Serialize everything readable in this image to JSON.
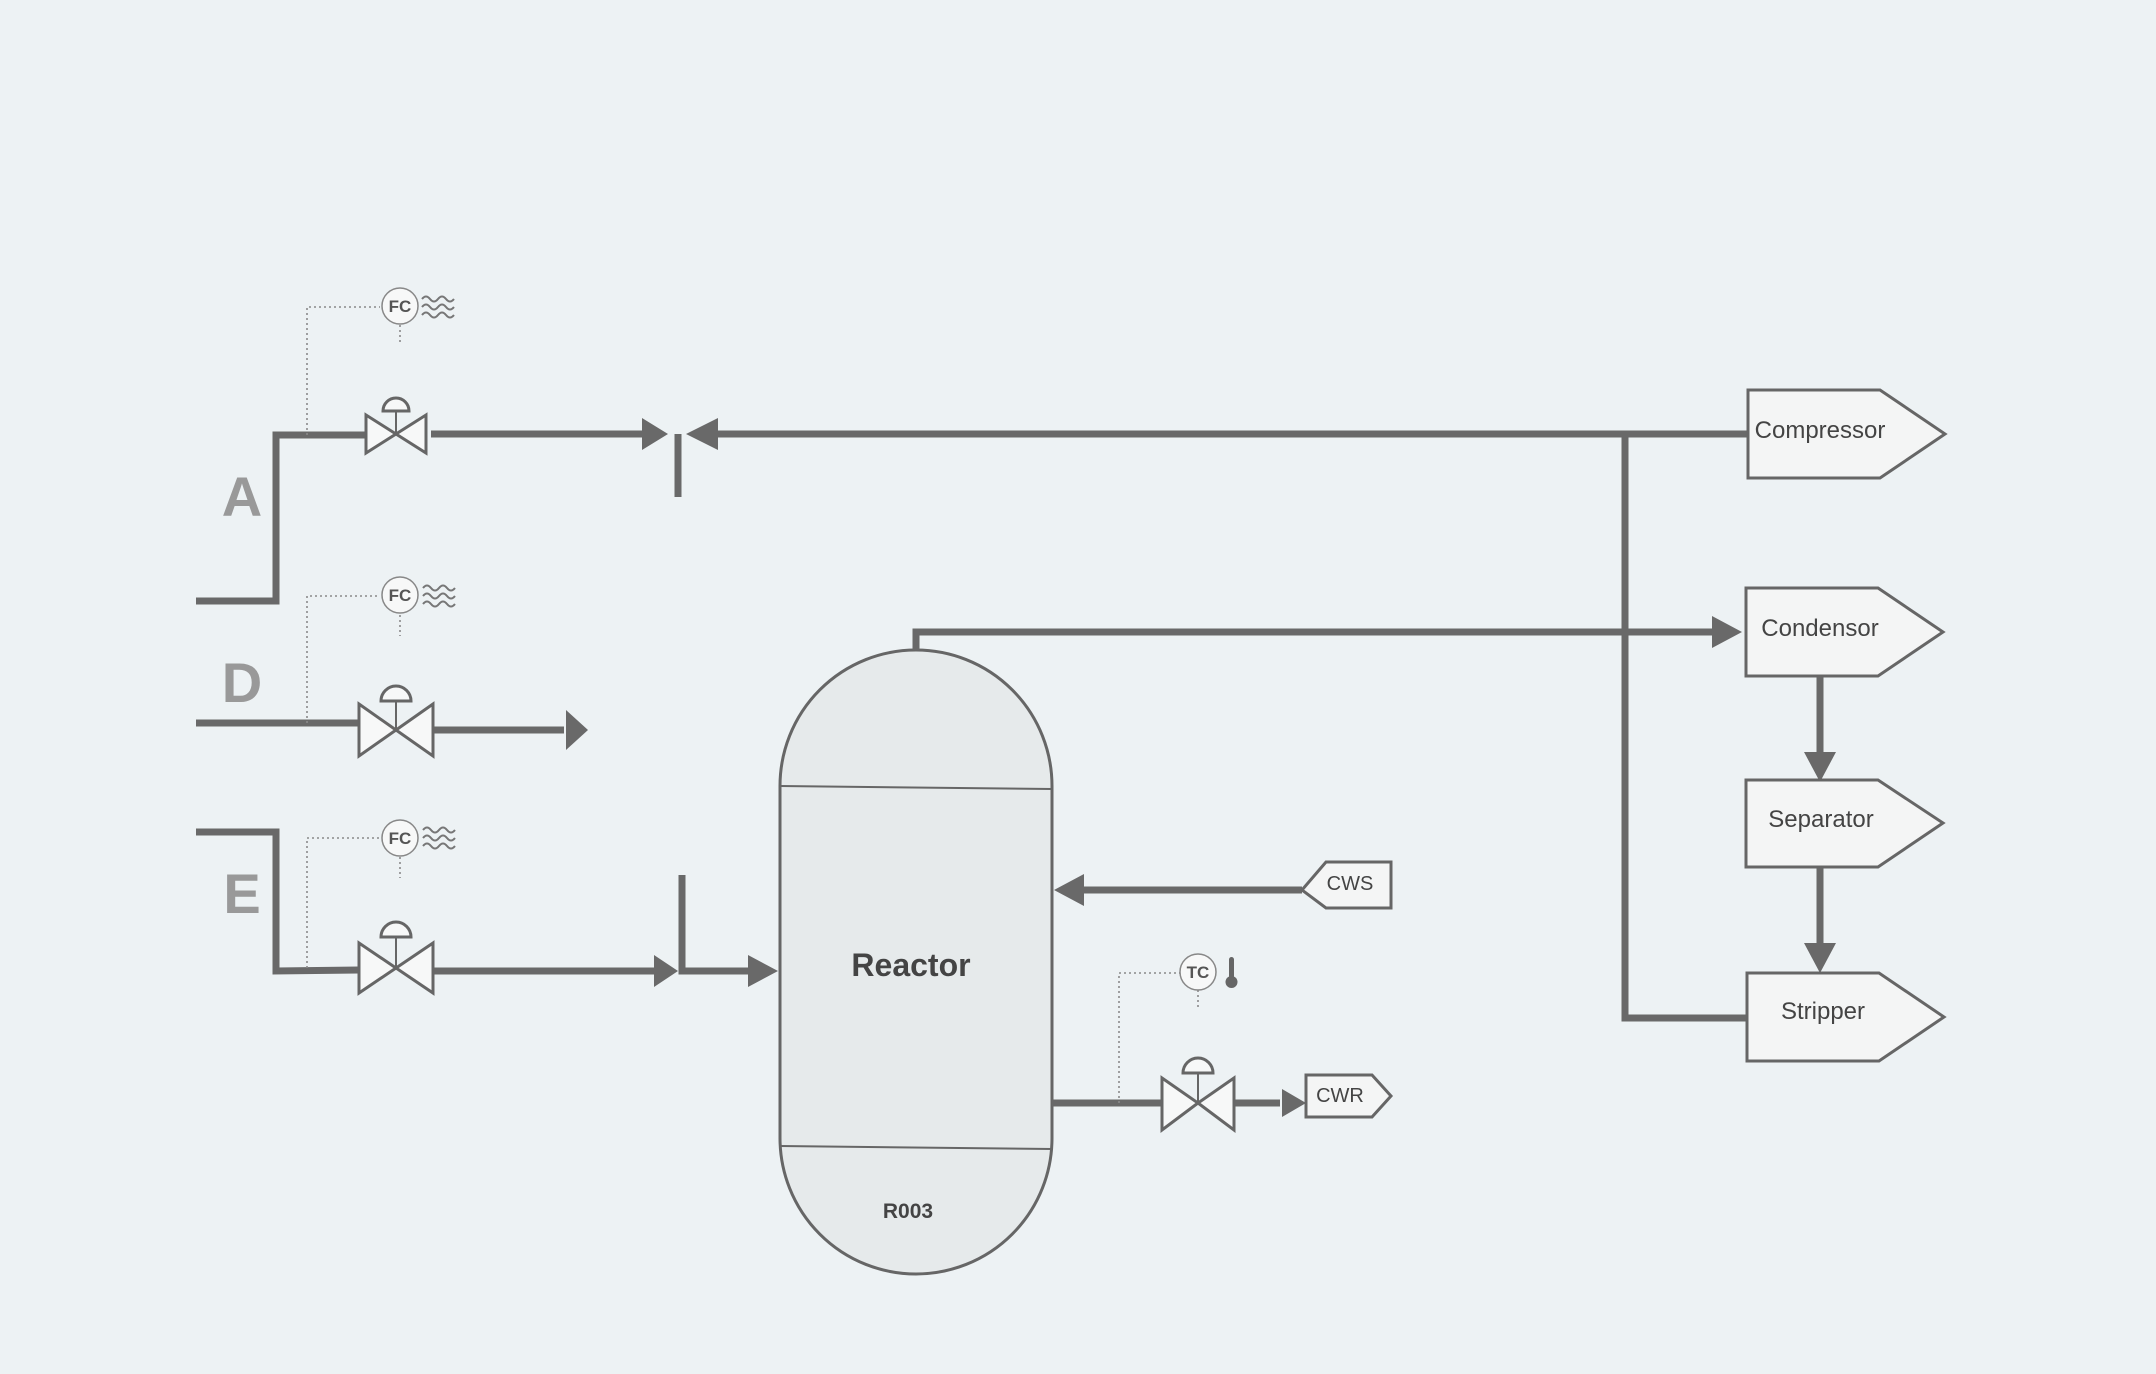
{
  "streams": {
    "a": "A",
    "d": "D",
    "e": "E"
  },
  "instruments": {
    "fc_a": "FC",
    "fc_d": "FC",
    "fc_e": "FC",
    "tc": "TC"
  },
  "reactor": {
    "name": "Reactor",
    "tag": "R003"
  },
  "equipment": {
    "compressor": "Compressor",
    "condensor": "Condensor",
    "separator": "Separator",
    "stripper": "Stripper"
  },
  "utilities": {
    "cws": "CWS",
    "cwr": "CWR"
  },
  "icons": {
    "flow": "flow-wave-icon",
    "temperature": "thermometer-icon"
  },
  "colors": {
    "background": "#edf2f4",
    "pipe": "#696969",
    "stream_letter": "#999999"
  }
}
